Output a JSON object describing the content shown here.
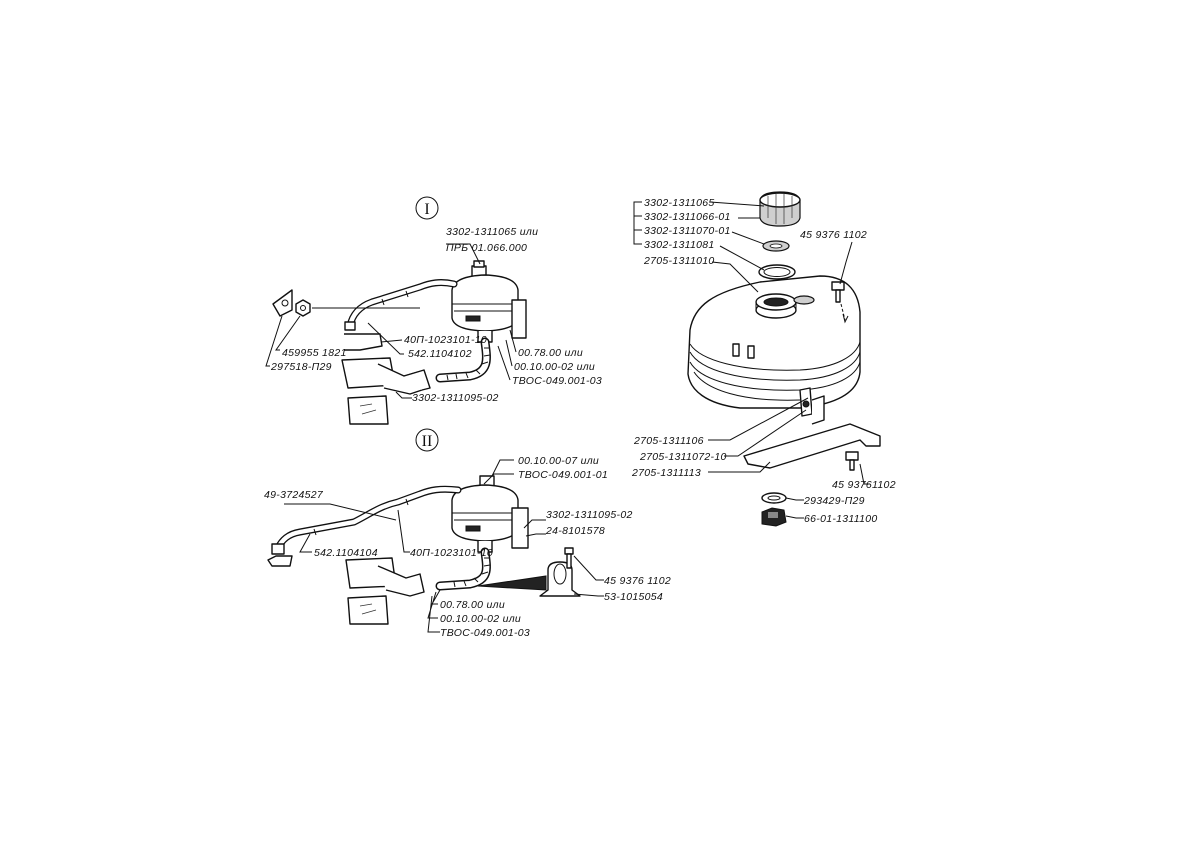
{
  "section_marks": {
    "view_1": "I",
    "view_2": "II"
  },
  "view_1": {
    "labels": [
      "3302-1311065 или",
      "ПРБ 01.066.000",
      "40П-1023101-10",
      "542.1104102",
      "459955 1821",
      "297518-П29",
      "00.78.00 или",
      "00.10.00-02 или",
      "ТВОС-049.001-03",
      "3302-1311095-02"
    ]
  },
  "view_2": {
    "labels": [
      "00.10.00-07 или",
      "ТВОС-049.001-01",
      "49-3724527",
      "542.1104104",
      "40П-1023101-10",
      "3302-1311095-02",
      "24-8101578",
      "45 9376 1102",
      "53-1015054",
      "00.78.00 или",
      "00.10.00-02 или",
      "ТВОС-049.001-03"
    ]
  },
  "view_3": {
    "labels": [
      "3302-1311065",
      "3302-1311066-01",
      "3302-1311070-01",
      "3302-1311081",
      "45 9376 1102",
      "2705-1311010",
      "2705-1311106",
      "2705-1311072-10",
      "2705-1311113",
      "45 93761102",
      "293429-П29",
      "66-01-1311100"
    ]
  }
}
